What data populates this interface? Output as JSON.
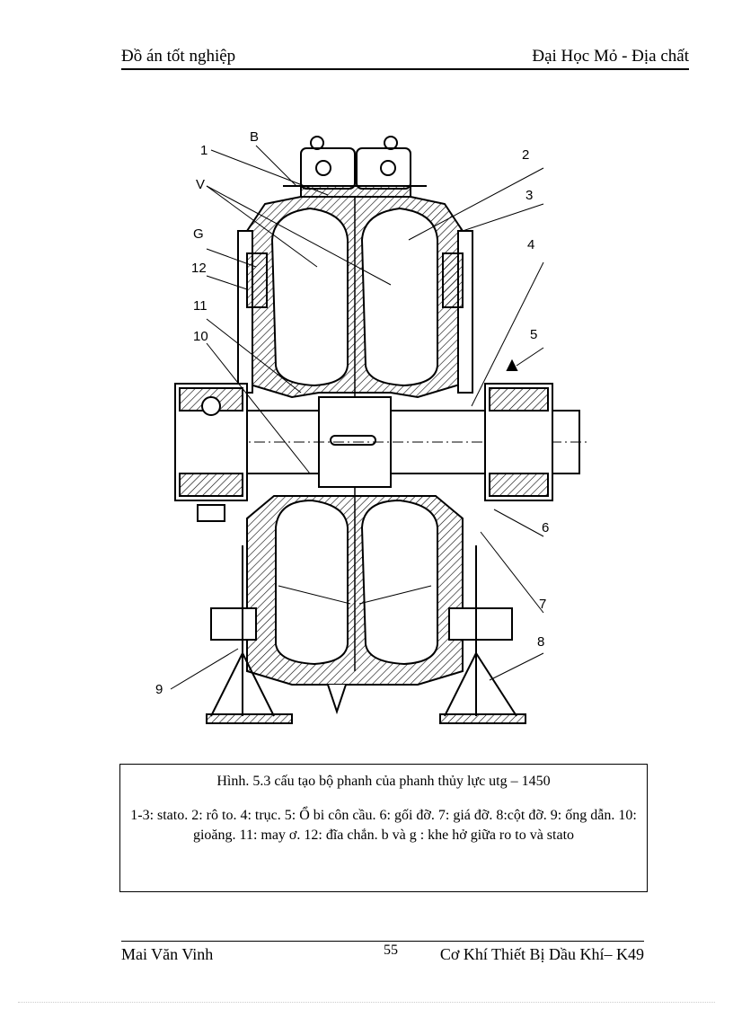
{
  "header": {
    "left": "Đồ án tốt nghiệp",
    "right": "Đại Học Mỏ - Địa chất"
  },
  "figure": {
    "labels": [
      "B",
      "1",
      "V",
      "G",
      "12",
      "11",
      "10",
      "2",
      "3",
      "4",
      "5",
      "6",
      "7",
      "8",
      "9"
    ]
  },
  "caption": {
    "title": "Hình. 5.3 cấu tạo bộ phanh của phanh thủy lực utg – 1450",
    "description": "1-3: stato. 2: rô to. 4: trục. 5: Ổ bi côn cầu. 6: gối đỡ. 7: giá đỡ. 8:cột đỡ. 9: ống dẫn. 10: gioăng. 11: may ơ. 12: đĩa chắn. b và g : khe hở giữa ro to và stato"
  },
  "footer": {
    "author": "Mai Văn Vinh",
    "page": "55",
    "course": "Cơ Khí Thiết Bị Dầu Khí– K49"
  }
}
